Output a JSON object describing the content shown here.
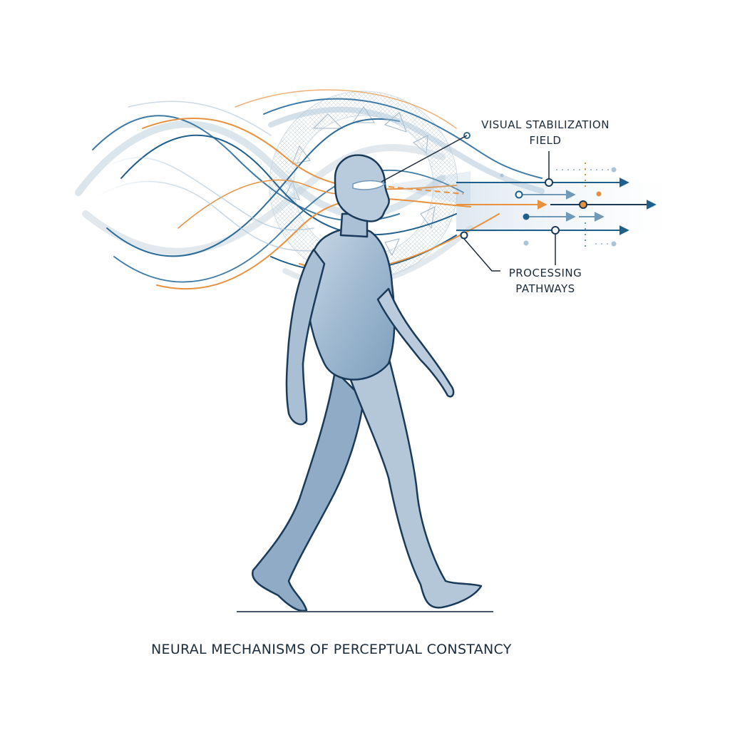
{
  "diagram": {
    "title": "NEURAL MECHANISMS OF PERCEPTUAL CONSTANCY",
    "callouts": [
      {
        "id": "visual-stabilization-field",
        "line1": "VISUAL STABILIZATION",
        "line2": "FIELD"
      },
      {
        "id": "processing-pathways",
        "line1": "PROCESSING",
        "line2": "PATHWAYS"
      }
    ],
    "subject": "walking-human-figure",
    "colors": {
      "primary_blue": "#1f5f8b",
      "dark_navy": "#1a2b3c",
      "light_blue": "#a9c3d8",
      "body_fill": "#9db7cf",
      "orange": "#e8913f",
      "ground": "#4a5a6a"
    }
  }
}
